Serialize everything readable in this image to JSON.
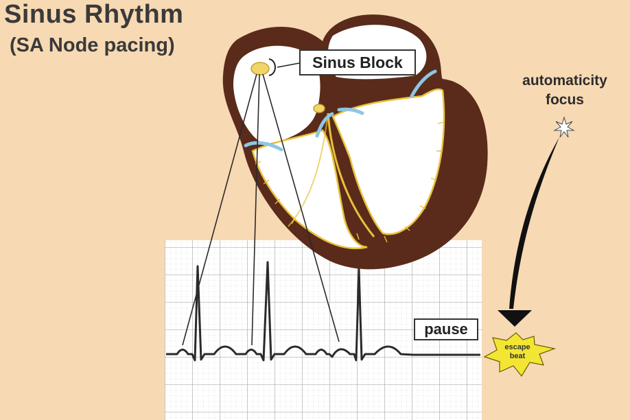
{
  "title": "Sinus Rhythm",
  "subtitle": "(SA Node pacing)",
  "labels": {
    "sinus_block": "Sinus Block",
    "automaticity_focus_line1": "automaticity",
    "automaticity_focus_line2": "focus",
    "pause": "pause",
    "escape_beat_line1": "escape",
    "escape_beat_line2": "beat"
  },
  "colors": {
    "background": "#f7d9b3",
    "myocardium": "#5a2b1a",
    "conduction": "#e8c23a",
    "valve": "#8ec6e4",
    "ecg_grid": "#bdbdbd",
    "ecg_trace": "#2a2a2a",
    "starburst": "#f3e533"
  }
}
